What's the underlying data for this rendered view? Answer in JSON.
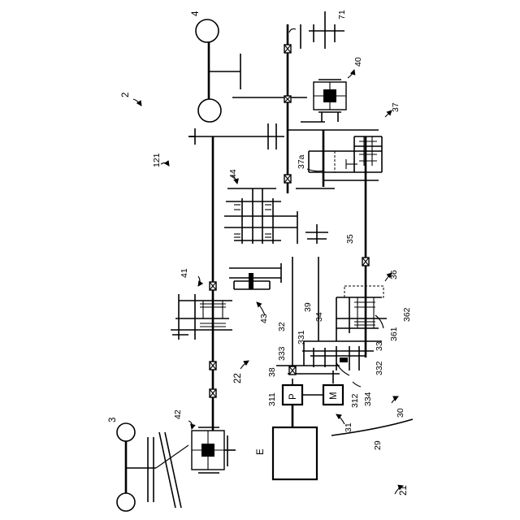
{
  "labels": {
    "n2": "2",
    "n3": "3",
    "n4": "4",
    "n21": "21",
    "n22": "22",
    "n29": "29",
    "n30": "30",
    "n31": "31",
    "n32": "32",
    "n33": "33",
    "n34": "34",
    "n35": "35",
    "n36": "36",
    "n37": "37",
    "n37a": "37a",
    "n38": "38",
    "n39": "39",
    "n40": "40",
    "n41": "41",
    "n42": "42",
    "n43": "43",
    "n44": "44",
    "n71": "71",
    "n121": "121",
    "n311": "311",
    "n312": "312",
    "n331": "331",
    "n332": "332",
    "n333": "333",
    "n334": "334",
    "n361": "361",
    "n362": "362"
  },
  "blocks": {
    "engine": "E",
    "pump": "P",
    "motor": "M"
  }
}
